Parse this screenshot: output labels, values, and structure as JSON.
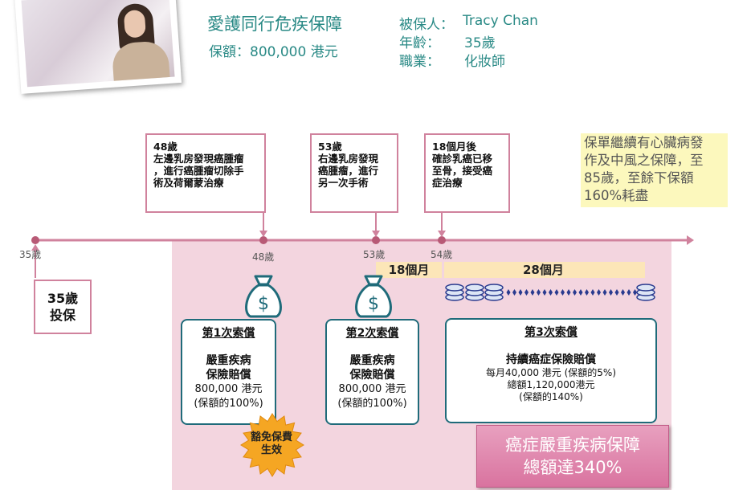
{
  "header": {
    "title": "愛護同行危疾保障",
    "sum_insured": "保額：800,000 港元",
    "insured_label": "被保人：",
    "insured_value": "Tracy Chan",
    "age_label": "年齡：",
    "age_value": "35歲",
    "job_label": "職業：",
    "job_value": "化妝師"
  },
  "timeline": {
    "ticks": [
      "35歲",
      "48歲",
      "53歲",
      "54歲"
    ],
    "start_box": [
      "35歲",
      "投保"
    ]
  },
  "events": [
    [
      "48歲",
      "左邊乳房發現癌腫瘤",
      "，進行癌腫瘤切除手",
      "術及荷爾蒙治療"
    ],
    [
      "53歲",
      "右邊乳房發現",
      "癌腫瘤，進行",
      "另一次手術"
    ],
    [
      "18個月後",
      "確診乳癌已移",
      "至骨，接受癌",
      "症治療"
    ]
  ],
  "note": [
    "保單繼續有心臟病發",
    "作及中風之保障，至",
    "85歲，至餘下保額",
    "160%耗盡"
  ],
  "periods": [
    "18個月",
    "28個月"
  ],
  "claims": [
    {
      "title": "第1次索償",
      "lines": [
        "嚴重疾病",
        "保險賠償"
      ],
      "amount": "800,000 港元",
      "pct": "(保額的100%)"
    },
    {
      "title": "第2次索償",
      "lines": [
        "嚴重疾病",
        "保險賠償"
      ],
      "amount": "800,000 港元",
      "pct": "(保額的100%)"
    },
    {
      "title": "第3次索償",
      "lines": [
        "持續癌症保險賠償"
      ],
      "sub": [
        "每月40,000 港元 (保額的5%)",
        "總額1,120,000港元",
        "(保額的140%)"
      ]
    }
  ],
  "waiver": [
    "豁免保費",
    "生效"
  ],
  "total": [
    "癌症嚴重疾病保障",
    "總額達340%"
  ],
  "colors": {
    "teal": "#2a8a86",
    "pink": "#d0829d",
    "pink_bg": "#f3d5df",
    "dark_teal": "#1f6b7a",
    "note_bg": "#fcf8bd",
    "burst": "#f5a623"
  }
}
